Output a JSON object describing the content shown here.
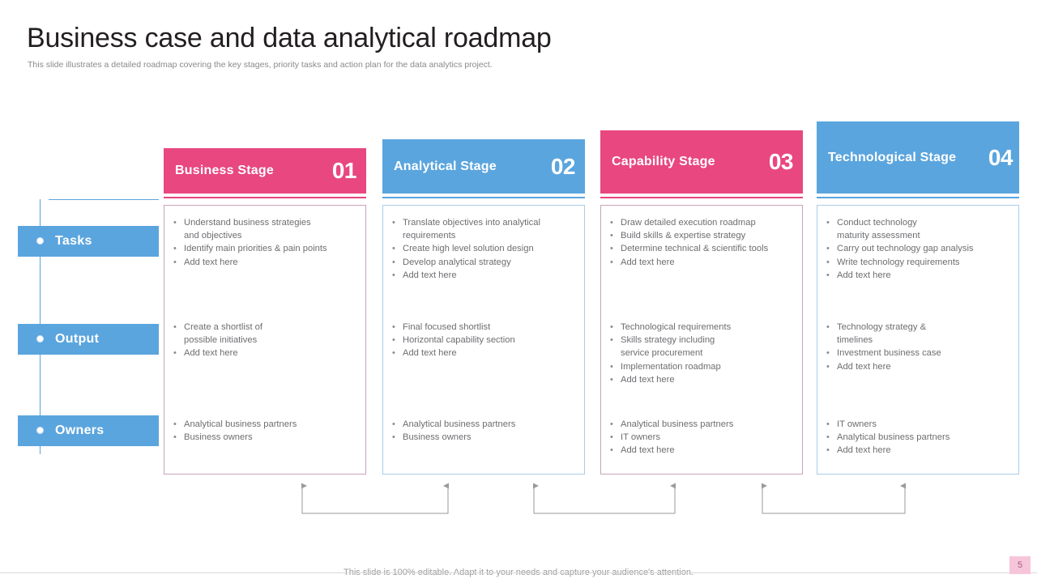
{
  "slide": {
    "title": "Business case and data analytical roadmap",
    "subtitle": "This slide illustrates a detailed roadmap covering the key stages, priority tasks and action plan for the data analytics project.",
    "footer_note": "This slide is 100% editable. Adapt it to your needs and capture your audience's attention.",
    "page_number": "5"
  },
  "colors": {
    "pink": "#e8477f",
    "blue": "#5ba5de",
    "pink_border": "#c9a2bb",
    "blue_border": "#a9cde8",
    "text_gray": "#6d6e71",
    "title_black": "#231f20",
    "badge_pink": "#f7c5da"
  },
  "rail": {
    "rows": [
      {
        "label": "Tasks"
      },
      {
        "label": "Output"
      },
      {
        "label": "Owners"
      }
    ]
  },
  "stages": [
    {
      "name": "Business Stage",
      "number": "01",
      "color": "pink",
      "tasks": [
        "Understand  business strategies\nand objectives",
        "Identify  main  priorities & pain  points",
        "Add text here"
      ],
      "output": [
        "Create  a shortlist  of\npossible initiatives",
        "Add text here"
      ],
      "owners": [
        "Analytical business  partners",
        "Business owners"
      ]
    },
    {
      "name": "Analytical Stage",
      "number": "02",
      "color": "blue",
      "tasks": [
        "Translate  objectives  into analytical\nrequirements",
        "Create  high  level  solution design",
        "Develop  analytical  strategy",
        "Add text here"
      ],
      "output": [
        "Final focused  shortlist",
        "Horizontal  capability  section",
        "Add text here"
      ],
      "owners": [
        "Analytical business  partners",
        "Business owners"
      ]
    },
    {
      "name": "Capability Stage",
      "number": "03",
      "color": "pink",
      "tasks": [
        "Draw  detailed  execution roadmap",
        "Build skills & expertise  strategy",
        "Determine  technical & scientific  tools",
        "Add text here"
      ],
      "output": [
        "Technological  requirements",
        "Skills strategy including\nservice  procurement",
        "Implementation  roadmap",
        "Add text here"
      ],
      "owners": [
        "Analytical business  partners",
        "IT  owners",
        "Add text here"
      ]
    },
    {
      "name": "Technological Stage",
      "number": "04",
      "color": "blue",
      "tasks": [
        "Conduct  technology\n maturity  assessment",
        "Carry  out technology  gap  analysis",
        "Write technology requirements",
        "Add text here"
      ],
      "output": [
        "Technology  strategy &\ntimelines",
        "Investment  business case",
        "Add text here"
      ],
      "owners": [
        "IT  owners",
        "Analytical business  partners",
        "Add text here"
      ]
    }
  ]
}
